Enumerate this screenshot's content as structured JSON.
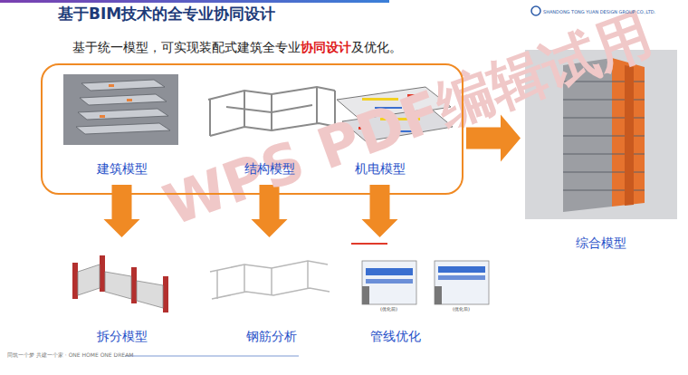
{
  "diagram": {
    "title": "基于BIM技术的全专业协同设计",
    "nodes": [
      {
        "text": []
      },
      {
        "text": [
          "建筑模型"
        ],
        "in": 0
      },
      {
        "text": [
          "结构模型"
        ],
        "in": 0
      },
      {
        "text": [
          "机电模型"
        ],
        "in": 0
      },
      {
        "text": [
          "综合模型"
        ]
      },
      {
        "text": [
          "拆分模型"
        ]
      },
      {
        "text": [
          "钢筋分析"
        ]
      },
      {
        "text": [
          "管线优化"
        ]
      }
    ],
    "edges": [
      {
        "from": 0,
        "to": 4,
        "arrow": "to"
      },
      {
        "from": 1,
        "to": 5,
        "arrow": "to"
      },
      {
        "from": 2,
        "to": 6,
        "arrow": "to"
      },
      {
        "from": 3,
        "to": 7,
        "arrow": "to"
      }
    ],
    "labels": [
      "基于统一模型，可实现装配式建筑全专业",
      "协同设计",
      "及优化。",
      "(优化前)",
      "(优化后)",
      "WPS PDF编辑试用",
      "同筑一个梦 共建一个家 · ONE HOME ONE DREAM",
      "SHANDONG TONG YUAN DESIGN GROUP CO.,LTD."
    ]
  }
}
